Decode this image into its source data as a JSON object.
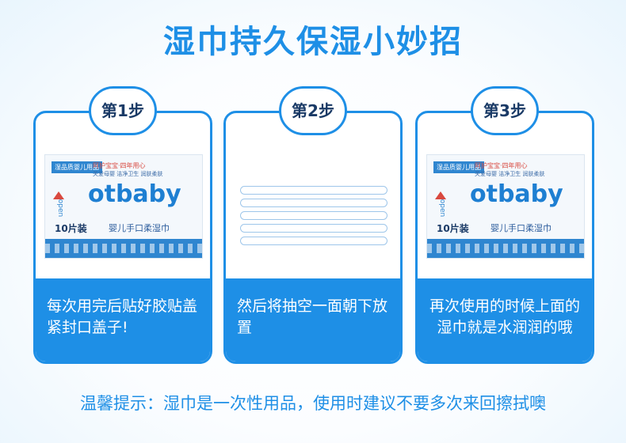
{
  "title": "湿巾持久保湿小妙招",
  "steps": [
    {
      "badge": "第1步",
      "caption": "每次用完后贴好胶贴盖紧封口盖子!"
    },
    {
      "badge": "第2步",
      "caption": "然后将抽空一面朝下放置"
    },
    {
      "badge": "第3步",
      "caption": "再次使用的时候上面的湿巾就是水润润的哦"
    }
  ],
  "package": {
    "tag": "湿品质婴儿用品",
    "slogan": "阿护宝宝·四年用心",
    "slogan2": "关爱母婴 洁净卫生 润肤柔肤",
    "brand": "otbaby",
    "product": "婴儿手口柔湿巾",
    "count": "10片装",
    "open_label": "open"
  },
  "tip": "温馨提示：湿巾是一次性用品，使用时建议不要多次来回擦拭噢",
  "colors": {
    "accent": "#1e8fe6",
    "badge_text": "#1a3a66"
  }
}
